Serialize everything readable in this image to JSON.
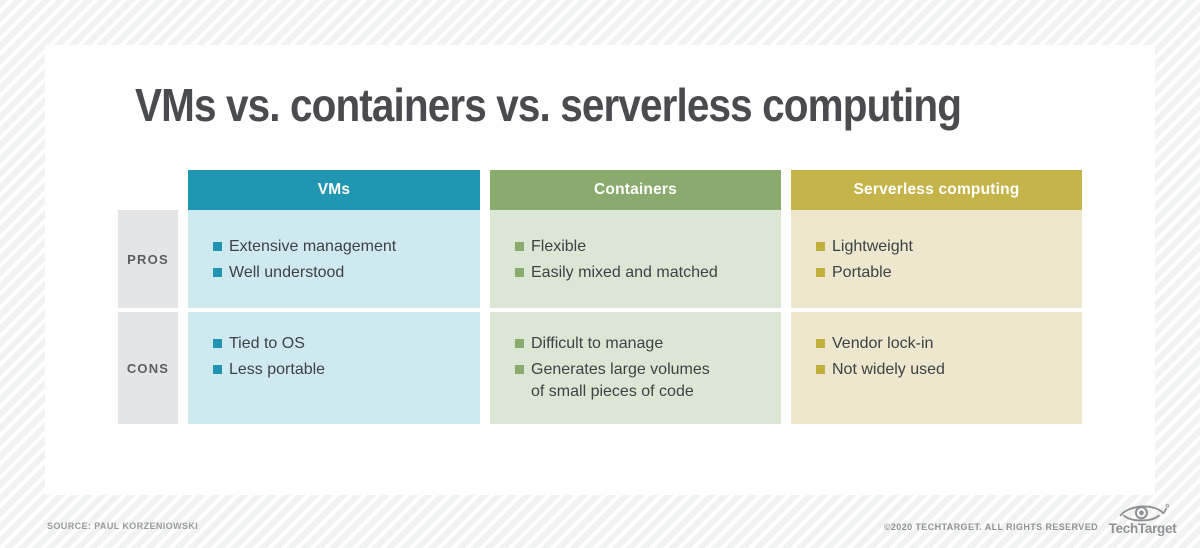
{
  "title": "VMs vs. containers vs. serverless computing",
  "table": {
    "row_labels": {
      "pros": "PROS",
      "cons": "CONS"
    },
    "columns": [
      {
        "header": "VMs",
        "header_color": "#2196b2",
        "cell_color": "#cfe9f1",
        "bullet_color": "#2095b1",
        "pros": [
          "Extensive management",
          "Well understood"
        ],
        "cons": [
          "Tied to OS",
          "Less portable"
        ]
      },
      {
        "header": "Containers",
        "header_color": "#8aaa6e",
        "cell_color": "#dbe7d4",
        "bullet_color": "#8aaa6e",
        "pros": [
          "Flexible",
          "Easily mixed and matched"
        ],
        "cons": [
          "Difficult to manage",
          "Generates large volumes\nof small pieces of code"
        ]
      },
      {
        "header": "Serverless computing",
        "header_color": "#c4b44a",
        "cell_color": "#ece7cd",
        "bullet_color": "#bfb03c",
        "pros": [
          "Lightweight",
          "Portable"
        ],
        "cons": [
          "Vendor lock-in",
          "Not widely used"
        ]
      }
    ]
  },
  "footer": {
    "source": "SOURCE: PAUL KORZENIOWSKI",
    "copyright": "©2020 TECHTARGET. ALL RIGHTS RESERVED",
    "logo_text": "TechTarget",
    "logo_icon": "eye-target-icon"
  }
}
